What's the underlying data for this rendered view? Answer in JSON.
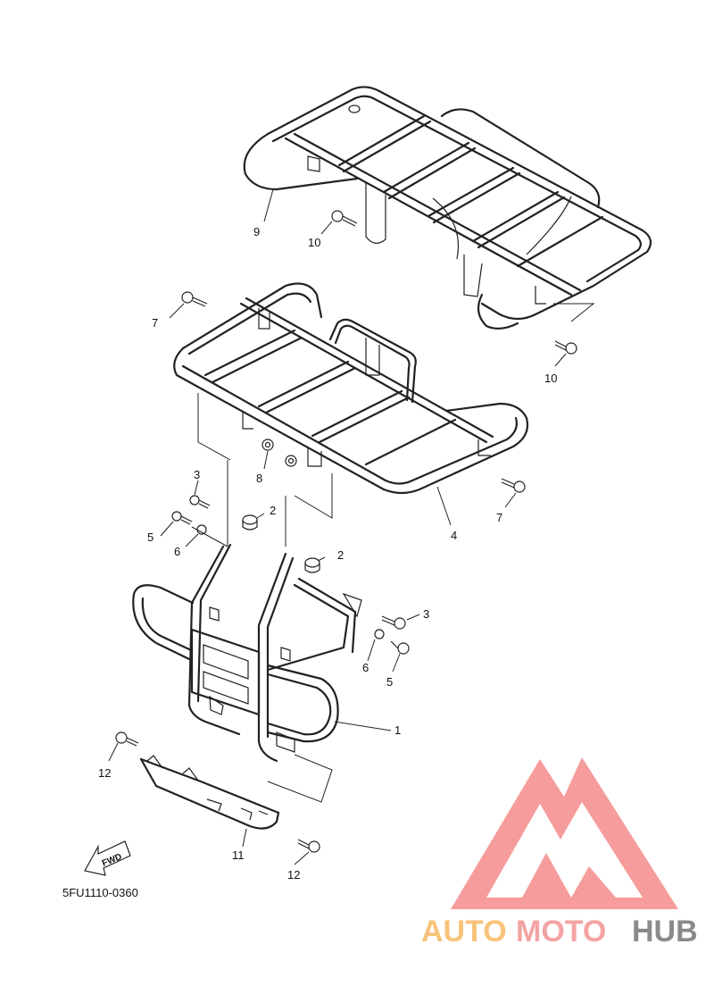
{
  "diagram_code": "5FU1110-0360",
  "fwd_label": "FWD",
  "watermark": {
    "part1": "AUTO",
    "part2": "MOTO",
    "part3": "HUB",
    "color1": "#f7c37a",
    "color2": "#f4a3a3",
    "color3": "#8a8a8a",
    "logo_color": "#f48b8b"
  },
  "callouts": [
    {
      "id": "c9",
      "label": "9"
    },
    {
      "id": "c10a",
      "label": "10"
    },
    {
      "id": "c10b",
      "label": "10"
    },
    {
      "id": "c7a",
      "label": "7"
    },
    {
      "id": "c7b",
      "label": "7"
    },
    {
      "id": "c8",
      "label": "8"
    },
    {
      "id": "c4",
      "label": "4"
    },
    {
      "id": "c3a",
      "label": "3"
    },
    {
      "id": "c3b",
      "label": "3"
    },
    {
      "id": "c2a",
      "label": "2"
    },
    {
      "id": "c2b",
      "label": "2"
    },
    {
      "id": "c5a",
      "label": "5"
    },
    {
      "id": "c5b",
      "label": "5"
    },
    {
      "id": "c6a",
      "label": "6"
    },
    {
      "id": "c6b",
      "label": "6"
    },
    {
      "id": "c1",
      "label": "1"
    },
    {
      "id": "c12a",
      "label": "12"
    },
    {
      "id": "c12b",
      "label": "12"
    },
    {
      "id": "c11",
      "label": "11"
    }
  ]
}
